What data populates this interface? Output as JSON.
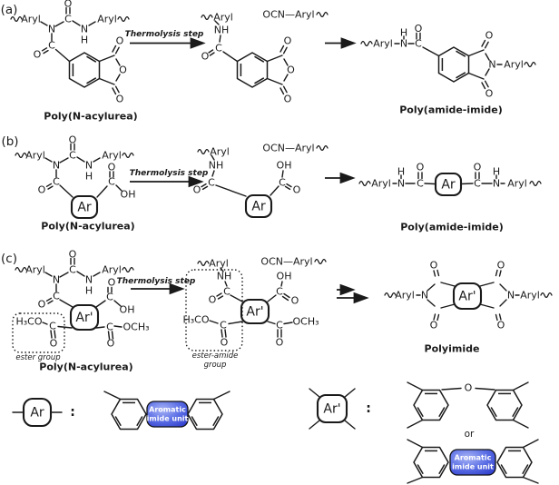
{
  "figure": {
    "description": "Thermolysis reaction scheme of poly(N-acylurea) precursors to poly(amide-imide) and polyimide"
  },
  "colors": {
    "ink": "#1a1a1a",
    "blue_box_edge": "#2b35cf",
    "blue_box_mid": "#93a2ee",
    "blue_box_text": "#ffffff",
    "background": "#ffffff"
  },
  "panel_a": {
    "tag": "(a)",
    "reactant_label": "Poly(N-acylurea)",
    "arrow_label": "Thermolysis step",
    "product_label": "Poly(amide-imide)"
  },
  "panel_b": {
    "tag": "(b)",
    "reactant_label": "Poly(N-acylurea)",
    "arrow_label": "Thermolysis step",
    "product_label": "Poly(amide-imide)"
  },
  "panel_c": {
    "tag": "(c)",
    "reactant_label": "Poly(N-acylurea)",
    "arrow_label": "Thermolysis step",
    "product_label": "Polyimide",
    "ester_note": "ester group",
    "ester_amide_note_line1": "ester-amide",
    "ester_amide_note_line2": "group"
  },
  "atoms": {
    "aryl": "Aryl",
    "ocn_aryl": "OCN—Aryl",
    "N": "N",
    "C": "C",
    "O": "O",
    "H": "H",
    "NH": "NH",
    "OH": "OH",
    "h3co": "H₃CO",
    "och3": "OCH₃",
    "ar": "Ar",
    "ar_prime": "Ar'"
  },
  "legend": {
    "colon": ":",
    "or": "or",
    "imide_unit_line1": "Aromatic",
    "imide_unit_line2": "imide unit"
  }
}
